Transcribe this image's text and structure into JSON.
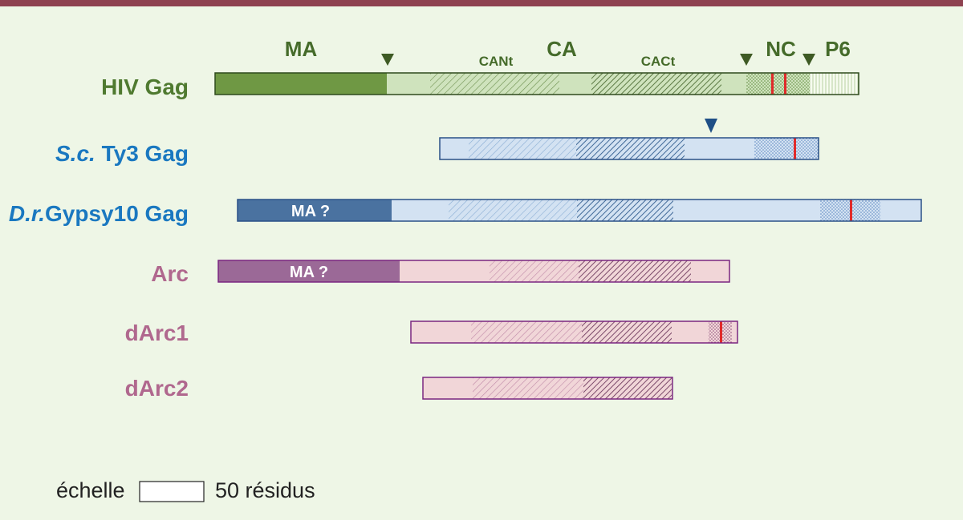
{
  "domains": {
    "ma": "MA",
    "ca": "CA",
    "ca_nt": "CANt",
    "ca_ct": "CACt",
    "nc": "NC",
    "p6": "P6"
  },
  "rows": {
    "hiv": {
      "label": "HIV Gag",
      "color": "#4f7a30"
    },
    "ty3": {
      "label_italic": "S.c.",
      "label_rest": " Ty3 Gag",
      "color": "#1a78c0"
    },
    "gypsy": {
      "label_italic": "D.r.",
      "label_rest": "Gypsy10 Gag",
      "color": "#1a78c0",
      "ma_label": "MA ?"
    },
    "arc": {
      "label": "Arc",
      "color": "#b0688e",
      "ma_label": "MA ?"
    },
    "darc1": {
      "label": "dArc1",
      "color": "#b0688e"
    },
    "darc2": {
      "label": "dArc2",
      "color": "#b0688e"
    }
  },
  "scale": {
    "left_text": "échelle",
    "right_text": "50 résidus"
  },
  "colors": {
    "background": "#eef6e6",
    "top_bar": "#8e4250",
    "hiv_dark": "#6f9844",
    "hiv_light": "#cfe3bd",
    "hiv_stroke": "#2f4a1d",
    "blue_dark": "#4a72a0",
    "blue_light": "#d3e2f2",
    "blue_stroke": "#2a5087",
    "purple_dark": "#9b6997",
    "pink_light": "#f1d6d8",
    "purple_stroke": "#7a2680",
    "zinc_knuckle": "#e02a2a"
  }
}
